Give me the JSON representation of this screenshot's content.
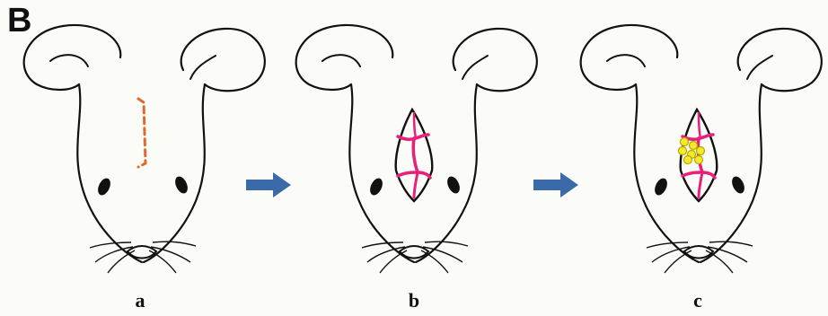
{
  "figure": {
    "panel_letter": "B",
    "steps": [
      {
        "label": "a"
      },
      {
        "label": "b"
      },
      {
        "label": "c"
      }
    ],
    "colors": {
      "outline": "#111111",
      "incision": "#e06a2c",
      "vessels": "#e8207a",
      "cells_fill": "#f2ea2a",
      "cells_stroke": "#b8a800",
      "arrow": "#3a6aa8"
    }
  }
}
